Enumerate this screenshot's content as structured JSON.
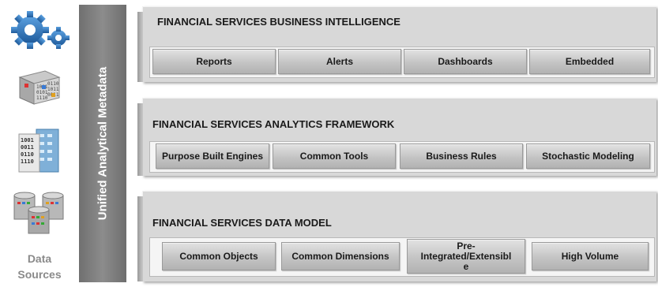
{
  "sidebar": {
    "icons": [
      "gears-icon",
      "data-cube-icon",
      "binary-document-icon",
      "database-cylinders-icon"
    ],
    "data_sources_label_line1": "Data",
    "data_sources_label_line2": "Sources"
  },
  "metadata_bar": {
    "label": "Unified Analytical Metadata"
  },
  "sections": [
    {
      "title": "FINANCIAL SERVICES BUSINESS INTELLIGENCE",
      "items": [
        "Reports",
        "Alerts",
        "Dashboards",
        "Embedded"
      ]
    },
    {
      "title": "FINANCIAL SERVICES ANALYTICS FRAMEWORK",
      "items": [
        "Purpose Built Engines",
        "Common Tools",
        "Business Rules",
        "Stochastic Modeling"
      ]
    },
    {
      "title": "FINANCIAL SERVICES DATA MODEL",
      "items": [
        "Common Objects",
        "Common Dimensions",
        "Pre-\nIntegrated/Extensibl\ne",
        "High Volume"
      ]
    }
  ],
  "colors": {
    "bar": "#808080",
    "section_bg": "#d8d8d8",
    "icon_blue": "#3a78b8"
  }
}
